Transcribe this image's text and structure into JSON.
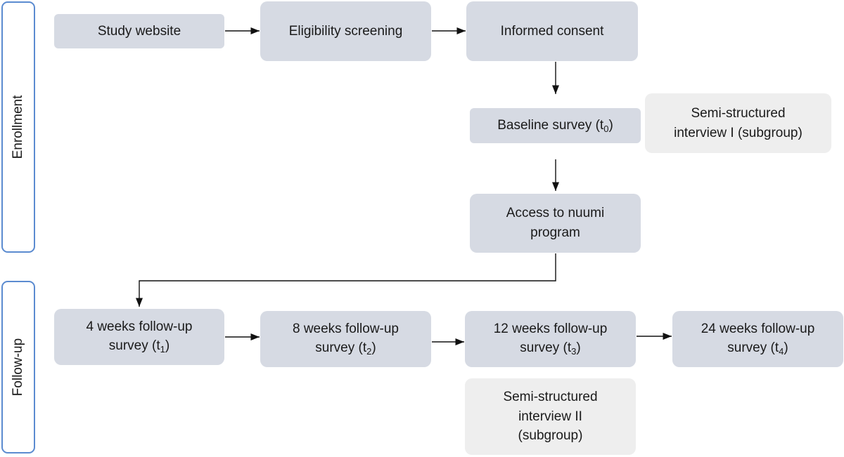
{
  "phases": {
    "enrollment": "Enrollment",
    "follow_up": "Follow-up"
  },
  "boxes": {
    "study_website": "Study website",
    "eligibility_screening": "Eligibility screening",
    "informed_consent": "Informed consent",
    "baseline_survey": {
      "text": "Baseline survey (t",
      "sub": "0",
      "close": ")"
    },
    "interview_1": {
      "line1": "Semi-structured",
      "line2": "interview I (subgroup)"
    },
    "access_program": {
      "line1": "Access to nuumi",
      "line2": "program"
    },
    "followup_4w": {
      "line1": "4 weeks follow-up",
      "line2": "survey (t",
      "sub": "1",
      "close": ")"
    },
    "followup_8w": {
      "line1": "8 weeks follow-up",
      "line2": "survey (t",
      "sub": "2",
      "close": ")"
    },
    "followup_12w": {
      "line1": "12 weeks follow-up",
      "line2": "survey (t",
      "sub": "3",
      "close": ")"
    },
    "followup_24w": {
      "line1": "24 weeks follow-up",
      "line2": "survey (t",
      "sub": "4",
      "close": ")"
    },
    "interview_2": {
      "line1": "Semi-structured",
      "line2": "interview II",
      "line3": "(subgroup)"
    }
  },
  "colors": {
    "process_box": "#d6dae3",
    "interview_box": "#eeeeee",
    "phase_border": "#5b8bd0",
    "arrow": "#111111"
  }
}
